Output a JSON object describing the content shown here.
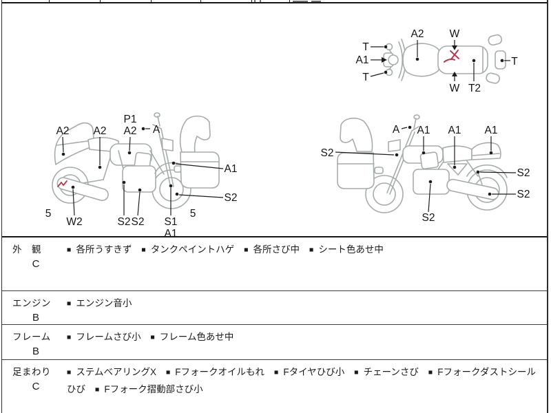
{
  "colors": {
    "outline_gray": "#a6abab",
    "ink": "#1a1a1a",
    "damage_red": "#b5394a"
  },
  "diagrams": {
    "top_view": {
      "labels": [
        "A2",
        "W",
        "T",
        "A1",
        "T",
        "W",
        "T2",
        "T"
      ]
    },
    "left_view": {
      "labels": [
        "A2",
        "A2",
        "P1",
        "A2",
        "A",
        "A1",
        "S2",
        "5",
        "W2",
        "S2",
        "S2",
        "S1",
        "A1",
        "5"
      ]
    },
    "right_view": {
      "labels": [
        "S2",
        "A",
        "A1",
        "A1",
        "A1",
        "S2",
        "S2",
        "S2"
      ]
    }
  },
  "table": {
    "bullet": "■",
    "rows": [
      {
        "label": "外　観",
        "grade": "C",
        "comments": [
          "各所うすきず",
          "タンクペイントハゲ",
          "各所さび中",
          "シート色あせ中"
        ]
      },
      {
        "label": "エンジン",
        "grade": "B",
        "comments": [
          "エンジン音小"
        ]
      },
      {
        "label": "フレーム",
        "grade": "B",
        "comments": [
          "フレームさび小",
          "フレーム色あせ中"
        ]
      },
      {
        "label": "足まわり",
        "grade": "C",
        "comments": [
          "ステムベアリングX",
          "Fフォークオイルもれ",
          "Fタイヤひび小",
          "チェーンさび",
          "Fフォークダストシールひび",
          "Fフォーク摺動部さび小"
        ]
      }
    ]
  }
}
